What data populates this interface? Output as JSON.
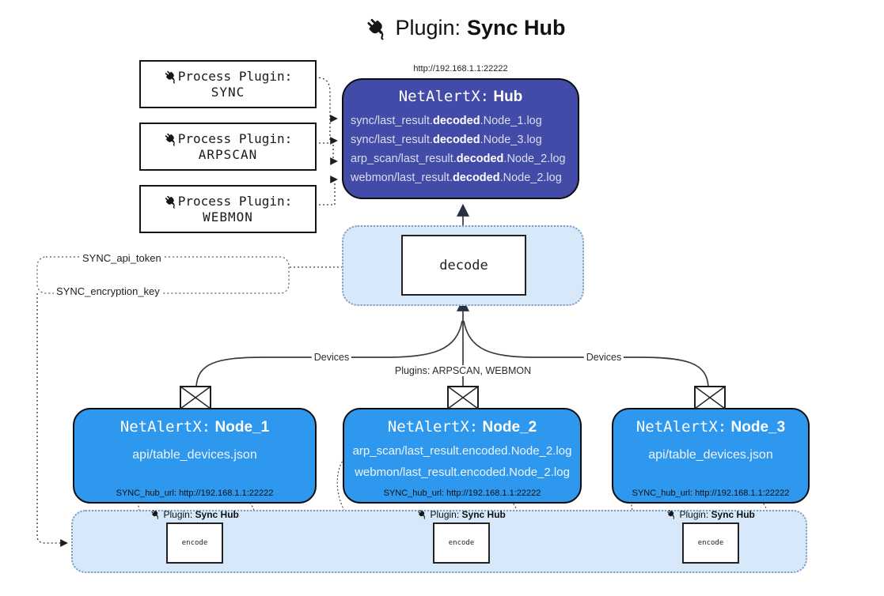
{
  "title": {
    "prefix": "Plugin:",
    "name": "Sync Hub"
  },
  "hub": {
    "url_label": "http://192.168.1.1:22222",
    "title_prefix": "NetAlertX:",
    "title_name": "Hub",
    "logs": [
      {
        "pre": "sync/last_result.",
        "bold": "decoded",
        "post": ".Node_1.log"
      },
      {
        "pre": "sync/last_result.",
        "bold": "decoded",
        "post": ".Node_3.log"
      },
      {
        "pre": "arp_scan/last_result.",
        "bold": "decoded",
        "post": ".Node_2.log"
      },
      {
        "pre": "webmon/last_result.",
        "bold": "decoded",
        "post": ".Node_2.log"
      }
    ]
  },
  "process_plugins": [
    {
      "label": "Process Plugin:",
      "name": "SYNC"
    },
    {
      "label": "Process Plugin:",
      "name": "ARPSCAN"
    },
    {
      "label": "Process Plugin:",
      "name": "WEBMON"
    }
  ],
  "decode_box": {
    "label": "decode"
  },
  "secrets": {
    "api_token": "SYNC_api_token",
    "encryption_key": "SYNC_encryption_key"
  },
  "edge_labels": {
    "devices_left": "Devices",
    "devices_right": "Devices",
    "plugins": "Plugins: ARPSCAN, WEBMON"
  },
  "nodes": [
    {
      "title_prefix": "NetAlertX:",
      "title_name": "Node_1",
      "files": [
        "api/table_devices.json"
      ],
      "hub_url": "SYNC_hub_url: http://192.168.1.1:22222"
    },
    {
      "title_prefix": "NetAlertX:",
      "title_name": "Node_2",
      "files": [
        "arp_scan/last_result.encoded.Node_2.log",
        "webmon/last_result.encoded.Node_2.log"
      ],
      "hub_url": "SYNC_hub_url: http://192.168.1.1:22222"
    },
    {
      "title_prefix": "NetAlertX:",
      "title_name": "Node_3",
      "files": [
        "api/table_devices.json"
      ],
      "hub_url": "SYNC_hub_url: http://192.168.1.1:22222"
    }
  ],
  "encoders": [
    {
      "plugin_prefix": "Plugin:",
      "plugin_name": "Sync Hub",
      "label": "encode"
    },
    {
      "plugin_prefix": "Plugin:",
      "plugin_name": "Sync Hub",
      "label": "encode"
    },
    {
      "plugin_prefix": "Plugin:",
      "plugin_name": "Sync Hub",
      "label": "encode"
    }
  ],
  "colors": {
    "hub_fill": "#424CA8",
    "node_fill": "#2E97EE",
    "container_fill": "#D6E8FA",
    "container_border": "#7D9CC0",
    "line": "#3C3C3C",
    "arrow": "#2A3140"
  }
}
